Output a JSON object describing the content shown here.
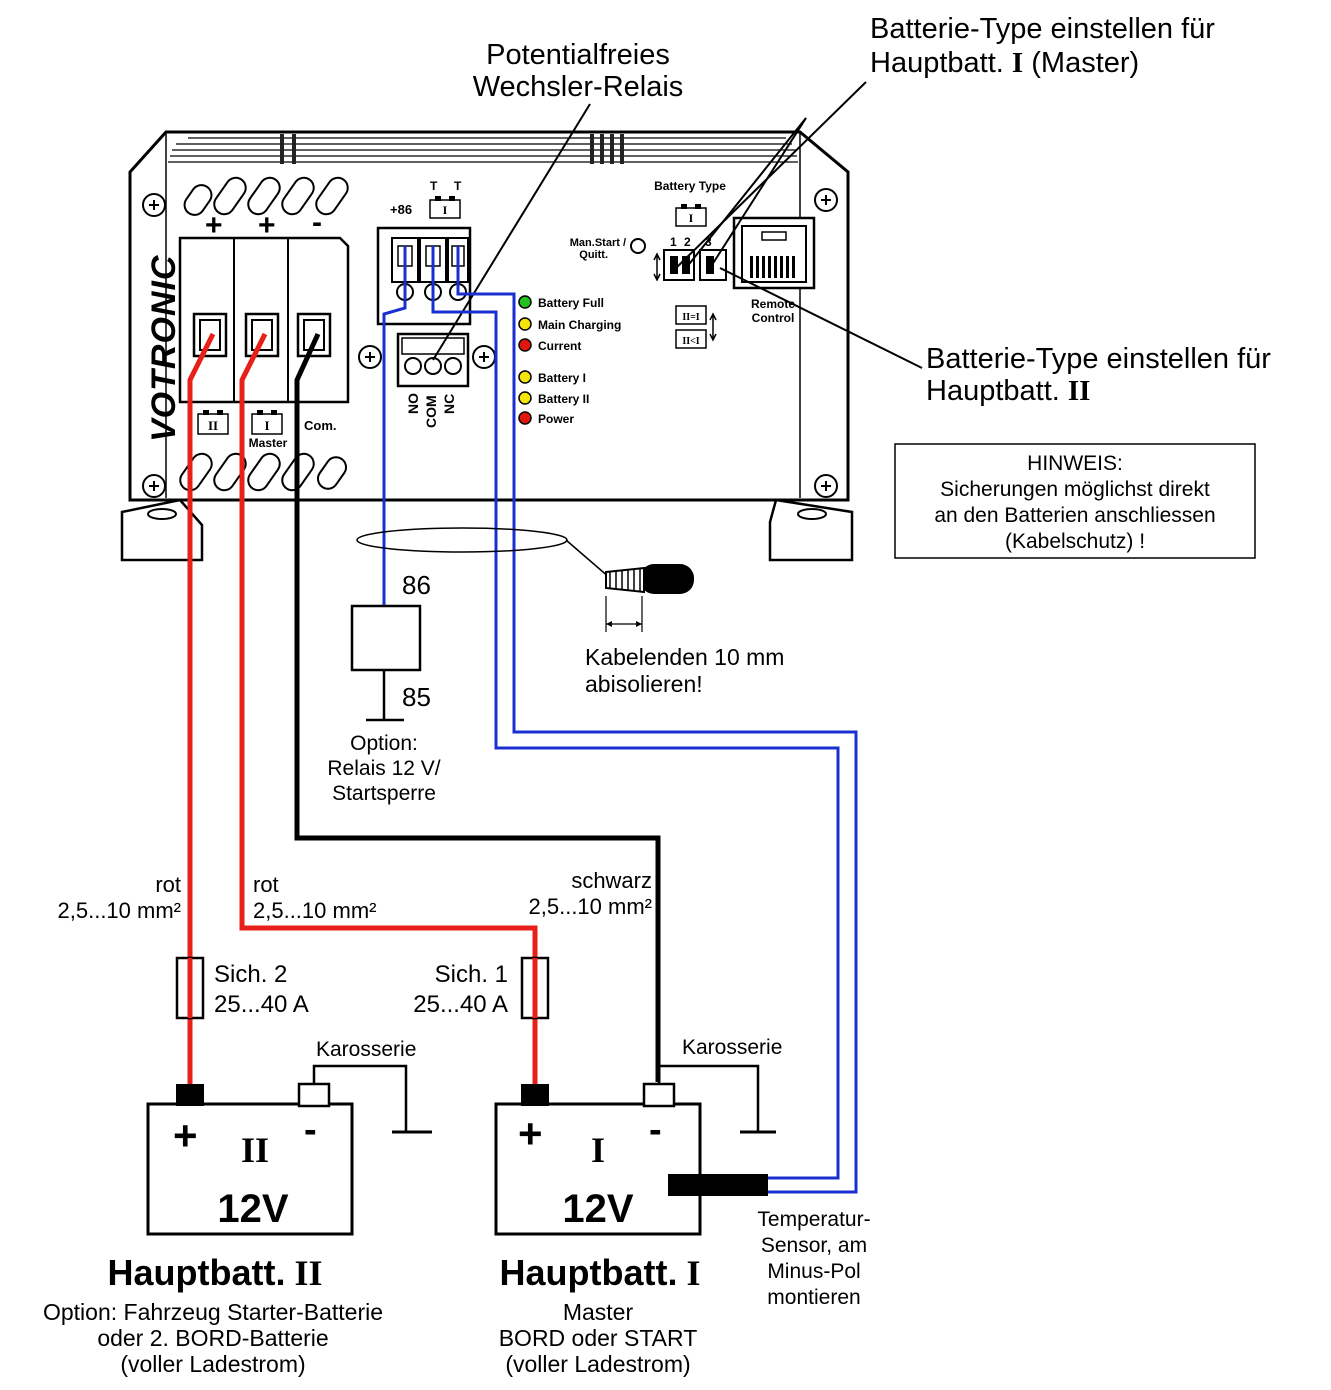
{
  "callouts": {
    "relay_line1": "Potentialfreies",
    "relay_line2": "Wechsler-Relais",
    "type1_line1": "Batterie-Type einstellen für",
    "type1_line2_pre": "Hauptbatt.",
    "type1_roman": "I",
    "type1_line2_post": "(Master)",
    "type2_line1": "Batterie-Type einstellen für",
    "type2_line2_pre": "Hauptbatt.",
    "type2_roman": "II"
  },
  "hint": {
    "title": "HINWEIS:",
    "line1": "Sicherungen möglichst direkt",
    "line2": "an den Batterien anschliessen",
    "line3": "(Kabelschutz) !"
  },
  "device": {
    "brand": "VOTRONIC",
    "terminal_plus1": "+",
    "terminal_plus2": "+",
    "terminal_minus": "-",
    "label_II": "II",
    "label_I": "I",
    "label_master": "Master",
    "label_com": "Com.",
    "label_86": "+86",
    "label_T1": "T",
    "label_T2": "T",
    "label_T_box": "I",
    "relay_no": "NO",
    "relay_com": "COM",
    "relay_nc": "NC",
    "battery_type": "Battery Type",
    "battery_type_box": "I",
    "man_start": "Man.Start /",
    "quitt": "Quitt.",
    "dip_1": "1",
    "dip_2": "2",
    "dip_3": "3",
    "remote": "Remote",
    "control": "Control",
    "sym_1": "II=I",
    "sym_2": "II<I"
  },
  "leds": [
    {
      "label": "Battery Full",
      "color": "#22c21e"
    },
    {
      "label": "Main Charging",
      "color": "#f5e50a"
    },
    {
      "label": "Current",
      "color": "#e3160c"
    },
    {
      "label": "Battery I",
      "color": "#f5e50a"
    },
    {
      "label": "Battery II",
      "color": "#f5e50a"
    },
    {
      "label": "Power",
      "color": "#e3160c"
    }
  ],
  "wiring": {
    "relay_86": "86",
    "relay_85": "85",
    "option_line1": "Option:",
    "option_line2": "Relais 12 V/",
    "option_line3": "Startsperre",
    "strip_line1": "Kabelenden 10 mm",
    "strip_line2": "abisolieren!",
    "red1_color": "rot",
    "red1_size": "2,5...10 mm²",
    "red2_color": "rot",
    "red2_size": "2,5...10 mm²",
    "black_color": "schwarz",
    "black_size": "2,5...10 mm²",
    "fuse2_name": "Sich. 2",
    "fuse2_rating": "25...40 A",
    "fuse1_name": "Sich. 1",
    "fuse1_rating": "25...40 A",
    "ground_left": "Karosserie",
    "ground_right": "Karosserie",
    "sensor_line1": "Temperatur-",
    "sensor_line2": "Sensor, am",
    "sensor_line3": "Minus-Pol",
    "sensor_line4": "montieren",
    "wire_red": "#e8201a",
    "wire_blue": "#1a2fd0",
    "wire_black": "#000000"
  },
  "batteries": {
    "left": {
      "plus": "+",
      "minus": "-",
      "roman": "II",
      "voltage": "12V",
      "title_pre": "Hauptbatt.",
      "title_roman": "II",
      "desc1": "Option: Fahrzeug Starter-Batterie",
      "desc2": "oder 2. BORD-Batterie",
      "desc3": "(voller Ladestrom)"
    },
    "right": {
      "plus": "+",
      "minus": "-",
      "roman": "I",
      "voltage": "12V",
      "title_pre": "Hauptbatt.",
      "title_roman": "I",
      "desc1": "Master",
      "desc2": "BORD oder START",
      "desc3": "(voller Ladestrom)"
    }
  }
}
